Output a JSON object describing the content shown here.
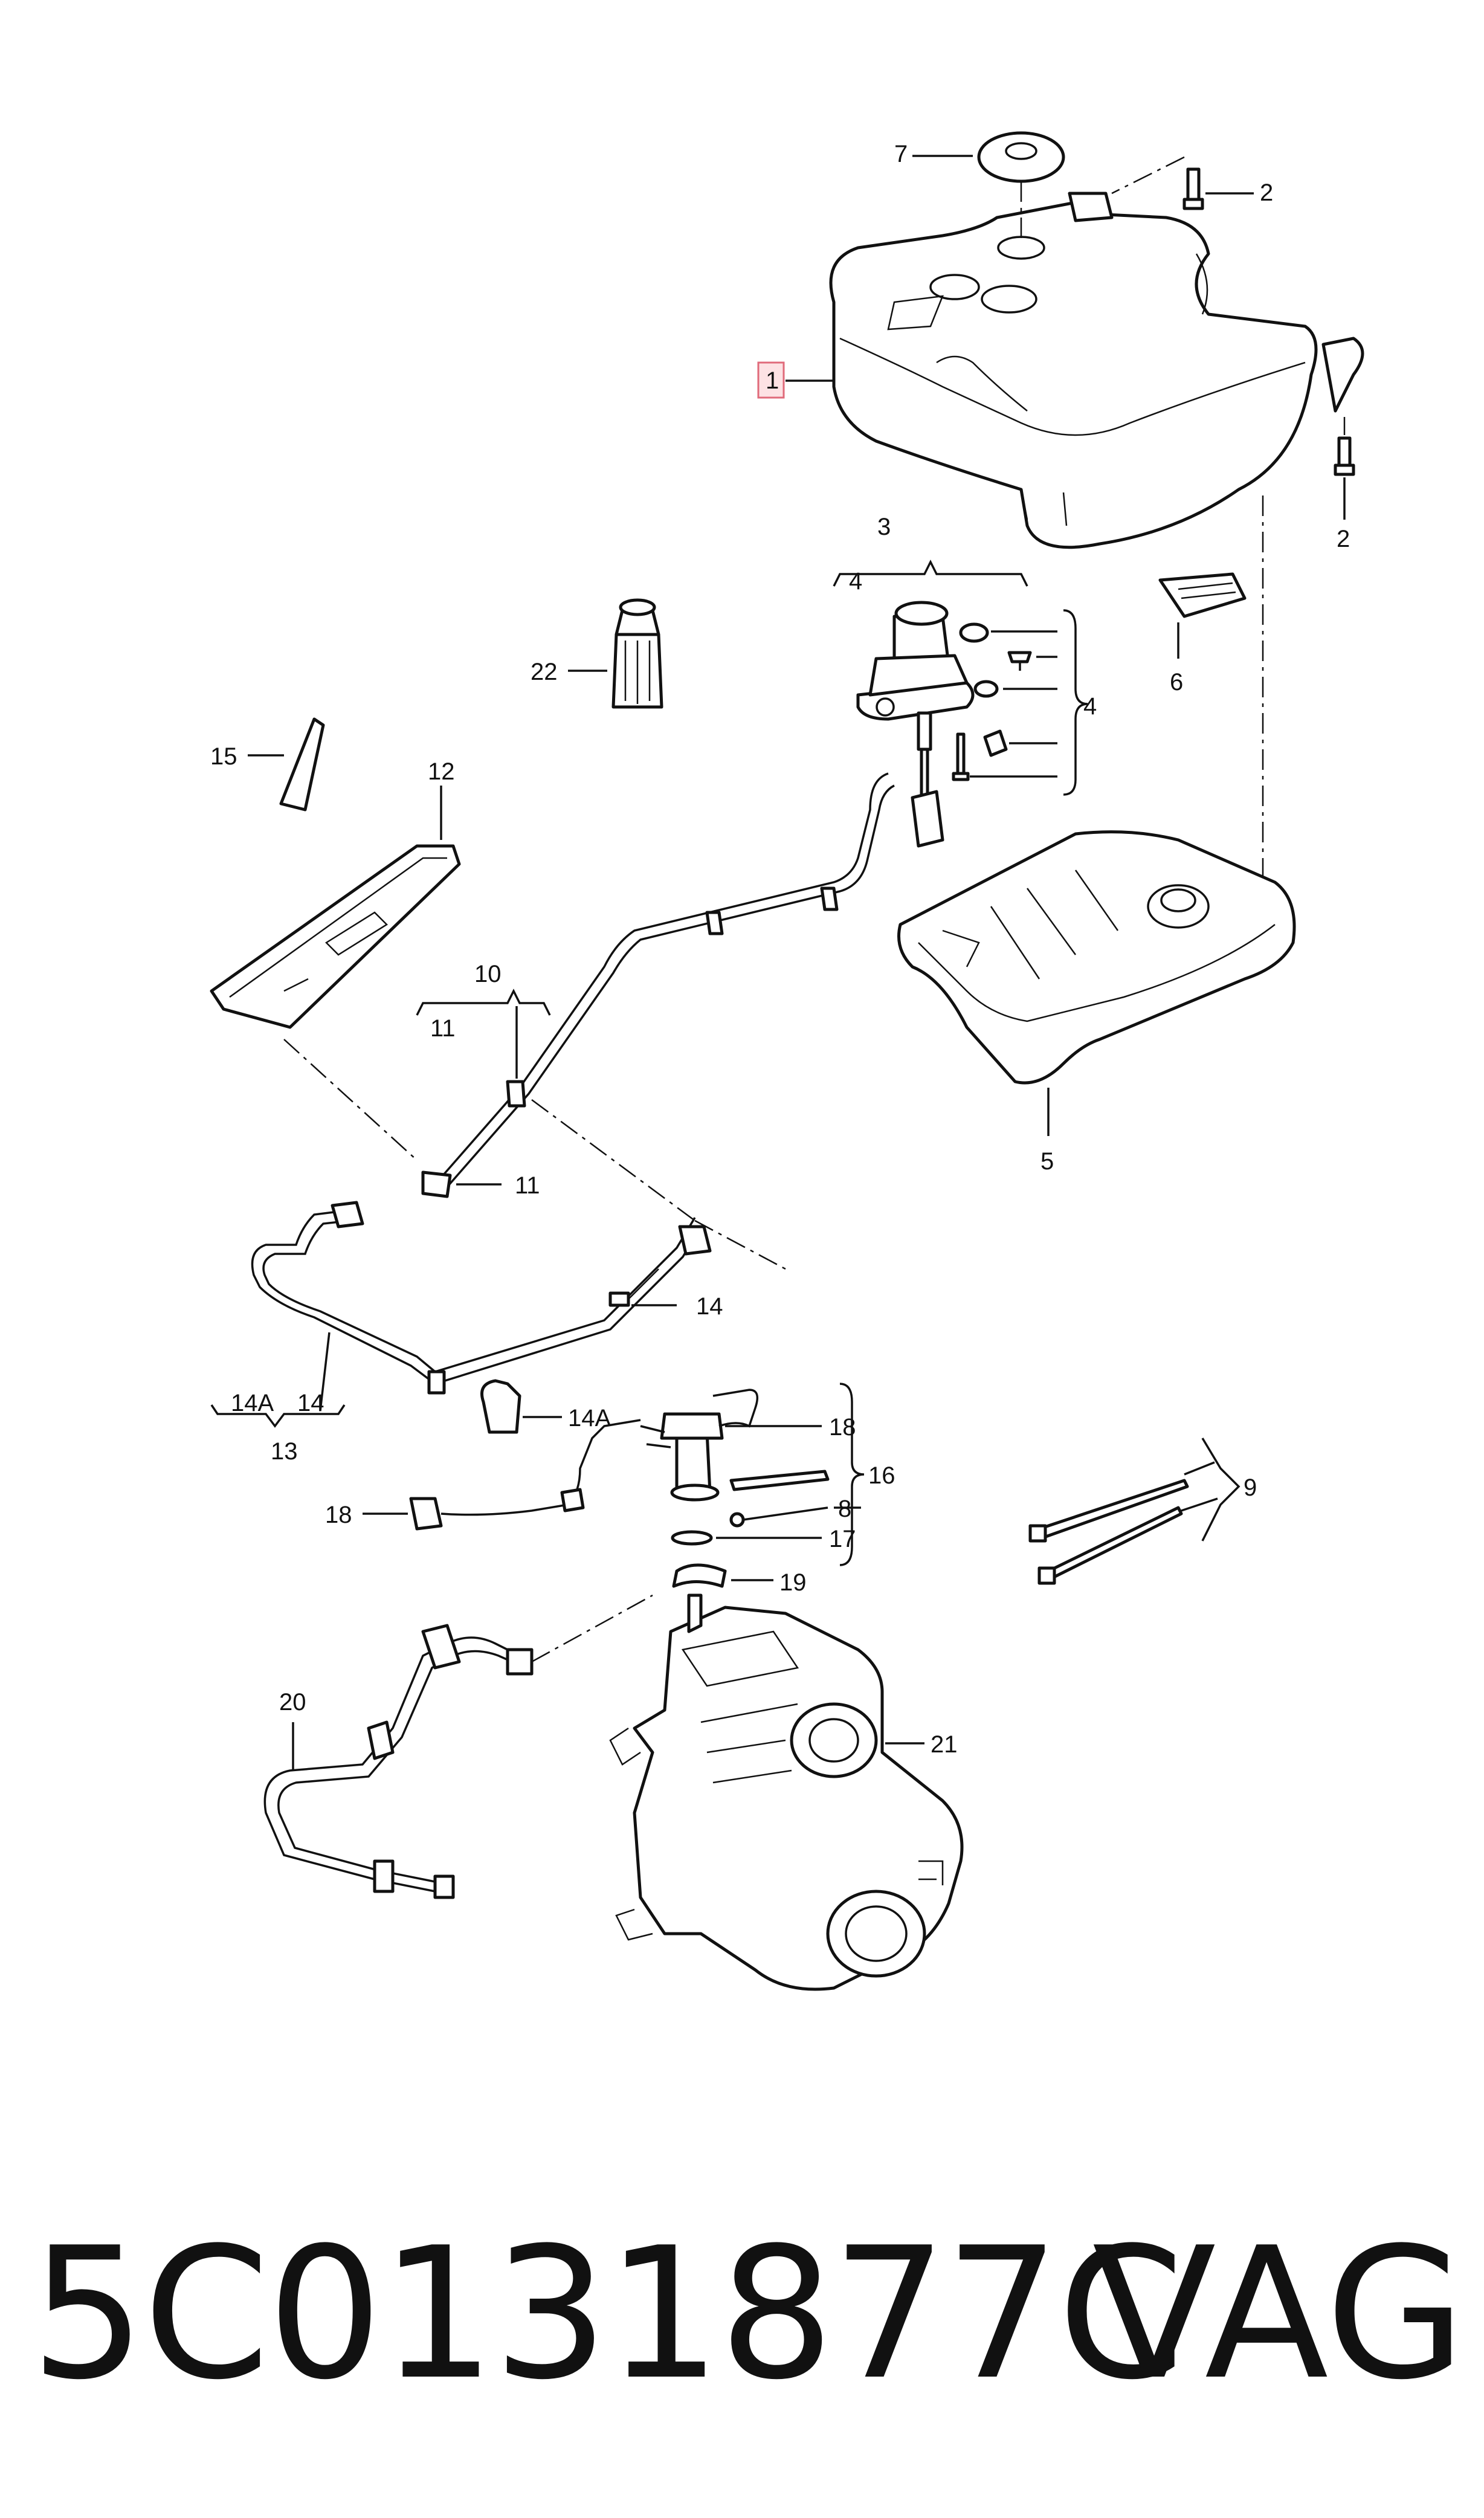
{
  "part_number": "5C0131877C",
  "brand": "VAG",
  "callouts": {
    "c1": "1",
    "c2a": "2",
    "c2b": "2",
    "c3": "3",
    "c4a": "4",
    "c4b": "4",
    "c5": "5",
    "c6": "6",
    "c7": "7",
    "c8": "8",
    "c9": "9",
    "c10": "10",
    "c11a": "11",
    "c11b": "11",
    "c12": "12",
    "c13": "13",
    "c14a": "14",
    "c14b": "14",
    "c14Aa": "14A",
    "c14Ab": "14A",
    "c15": "15",
    "c16": "16",
    "c17": "17",
    "c18a": "18",
    "c18b": "18",
    "c19": "19",
    "c20": "20",
    "c21": "21",
    "c22": "22"
  },
  "highlight_color": "#fde2e4"
}
